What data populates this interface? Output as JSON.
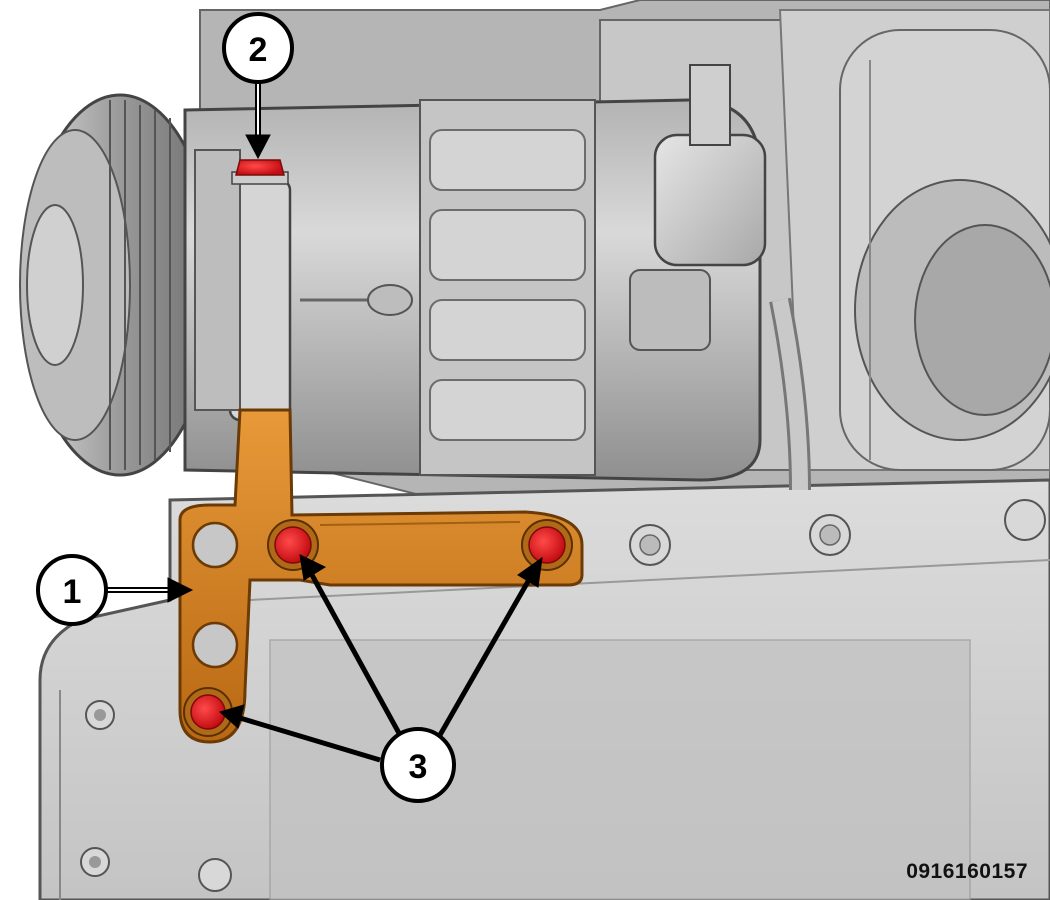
{
  "callouts": [
    {
      "id": "1",
      "label": "1"
    },
    {
      "id": "2",
      "label": "2"
    },
    {
      "id": "3",
      "label": "3"
    }
  ],
  "figure_id": "0916160157",
  "colors": {
    "bracket": "#d4811f",
    "bolt_highlight": "#ee1d24",
    "engine_gray": "#c9c9c9"
  }
}
